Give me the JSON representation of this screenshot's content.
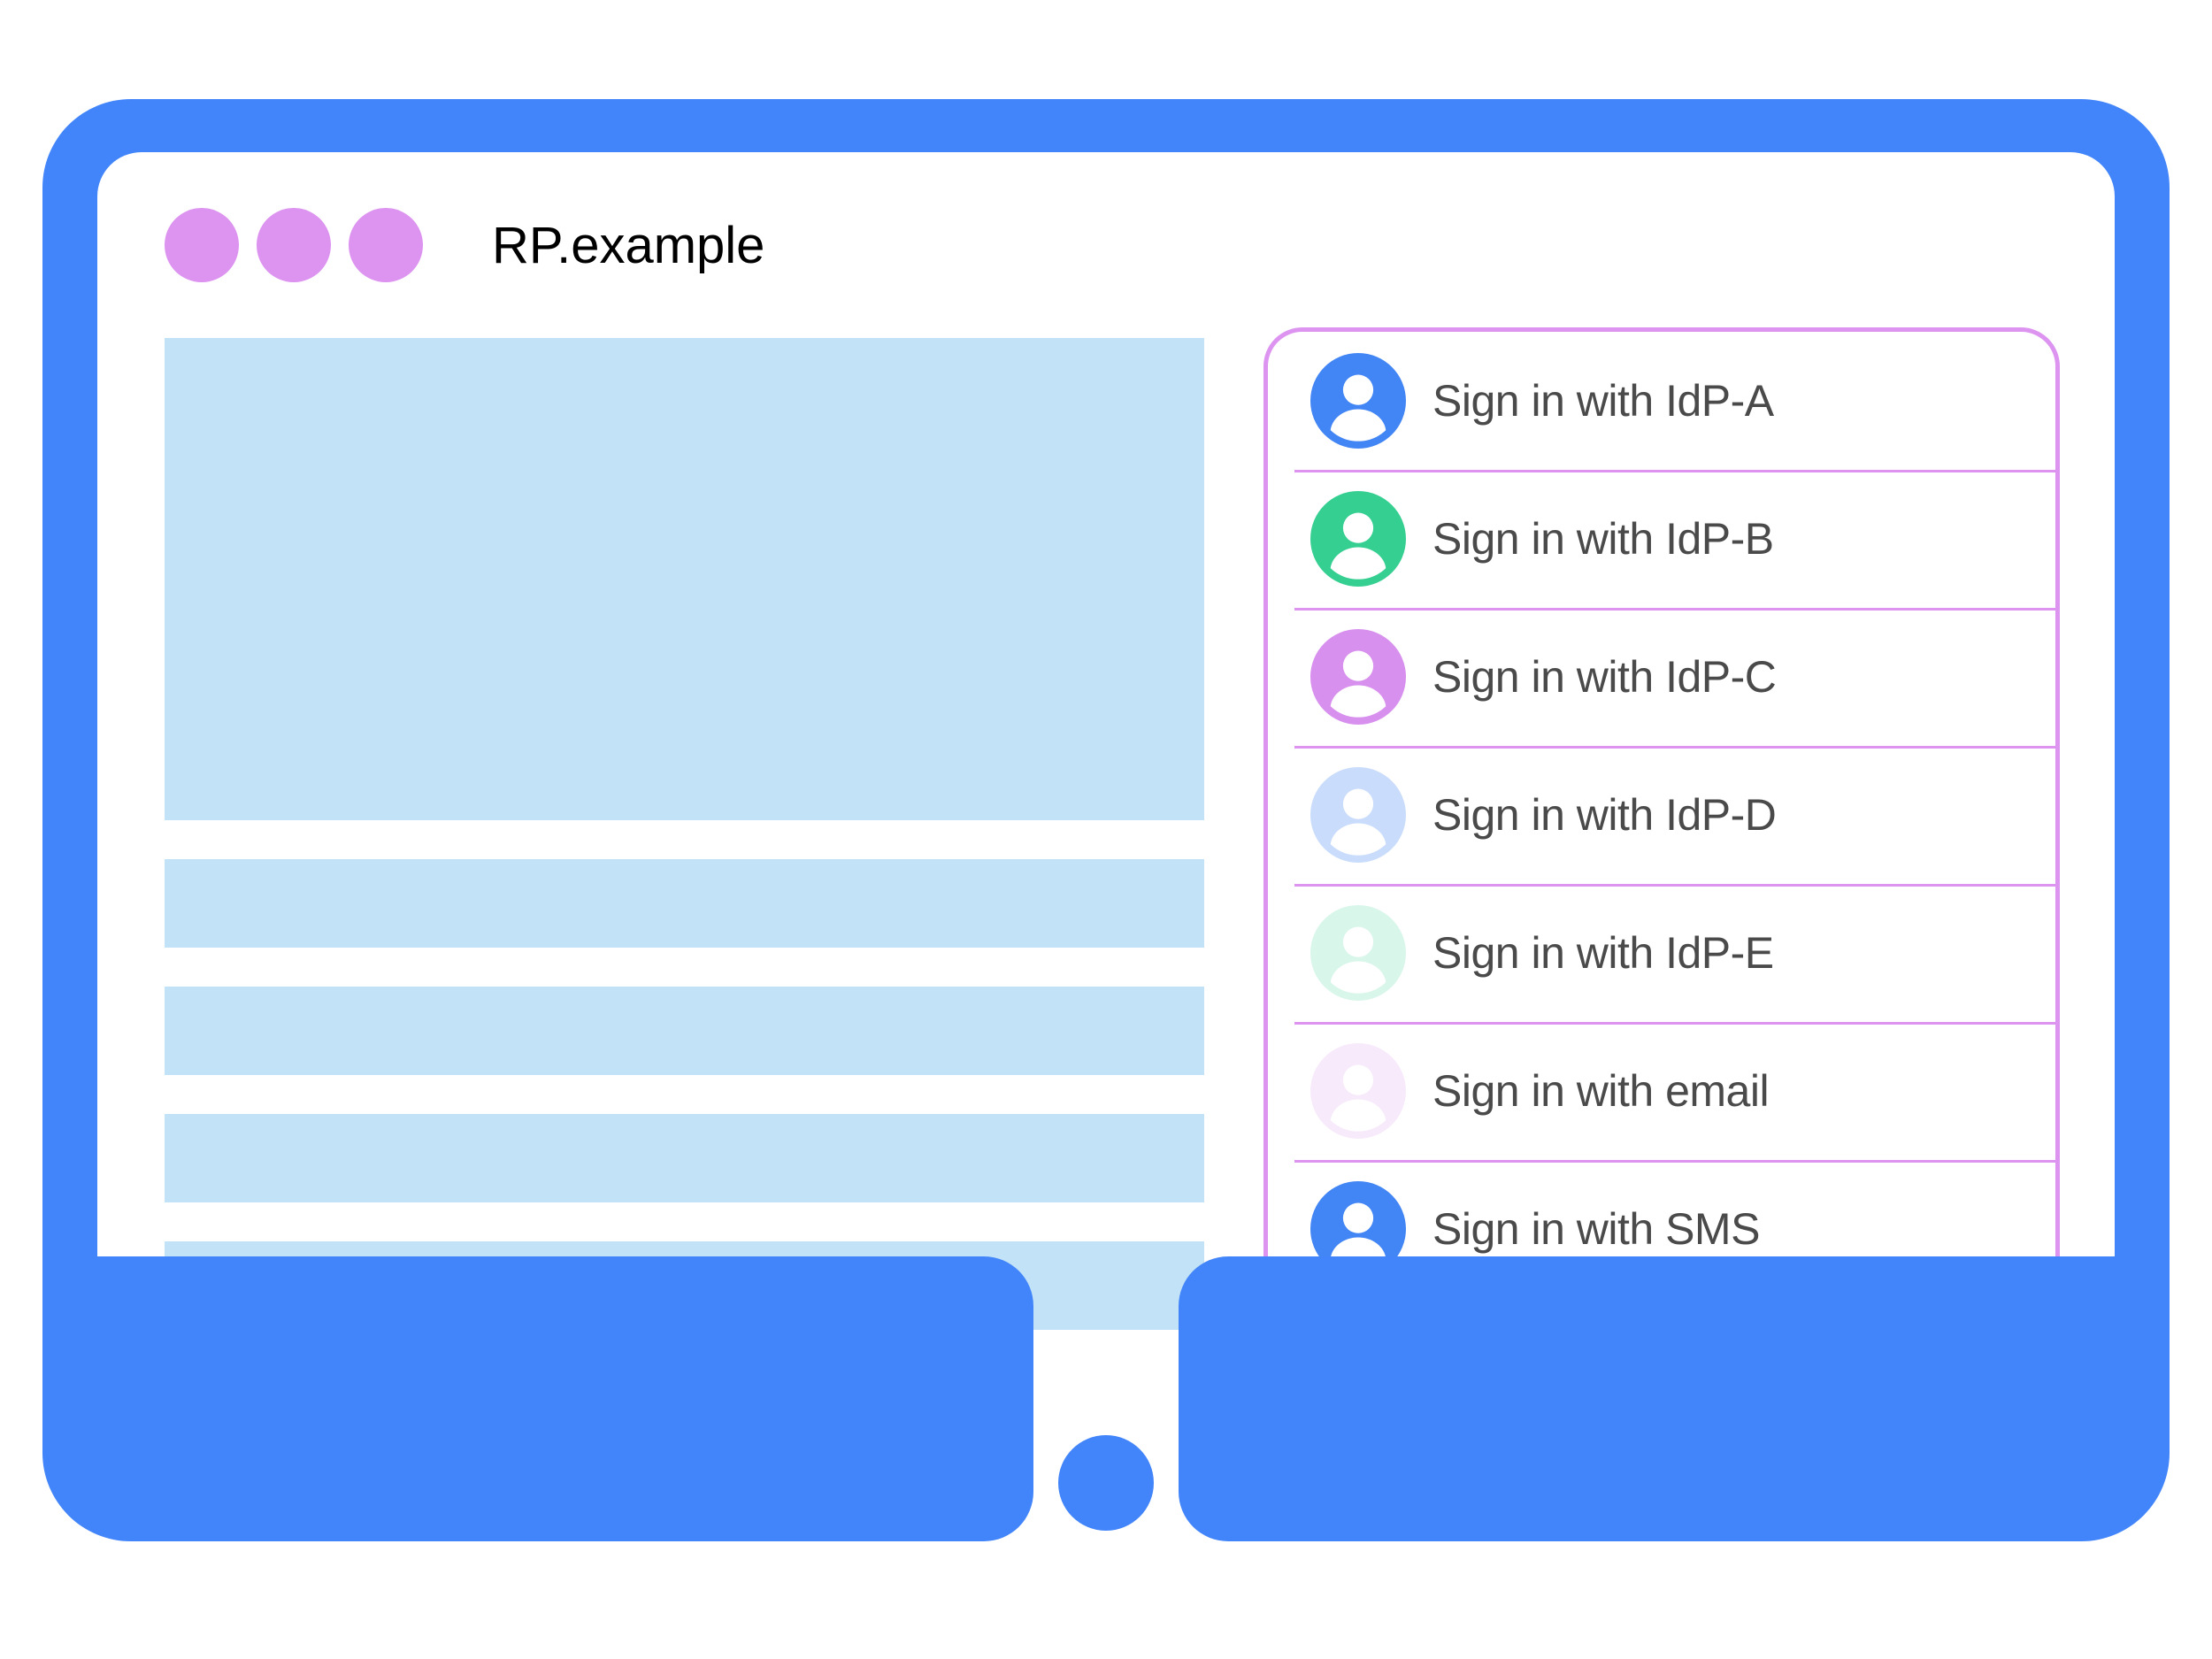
{
  "window": {
    "title": "RP.example",
    "dot_count": 3,
    "frame_color": "#4285fa",
    "dot_color": "#dd93f0",
    "home_button_name": "home-button"
  },
  "content": {
    "placeholder_color": "#c2e3f7",
    "blocks": [
      {
        "kind": "hero"
      },
      {
        "kind": "bar"
      },
      {
        "kind": "bar"
      },
      {
        "kind": "bar"
      },
      {
        "kind": "bar"
      }
    ]
  },
  "signin_panel": {
    "border_color": "#dd93f0",
    "divider_color": "#dd93f0",
    "label_color": "#4a4a4a",
    "options": [
      {
        "label": "Sign in with IdP-A",
        "icon": "account-circle-icon",
        "avatar_color": "#4285f4",
        "avatar_opacity": 1
      },
      {
        "label": "Sign in with IdP-B",
        "icon": "account-circle-icon",
        "avatar_color": "#35cf91",
        "avatar_opacity": 1
      },
      {
        "label": "Sign in with IdP-C",
        "icon": "account-circle-icon",
        "avatar_color": "#d890ee",
        "avatar_opacity": 1
      },
      {
        "label": "Sign in with IdP-D",
        "icon": "account-circle-icon",
        "avatar_color": "#4285f4",
        "avatar_opacity": 0.28
      },
      {
        "label": "Sign in with IdP-E",
        "icon": "account-circle-icon",
        "avatar_color": "#35cf91",
        "avatar_opacity": 0.18
      },
      {
        "label": "Sign in with email",
        "icon": "account-circle-icon",
        "avatar_color": "#d890ee",
        "avatar_opacity": 0.18
      },
      {
        "label": "Sign in with SMS",
        "icon": "account-circle-icon",
        "avatar_color": "#4285f4",
        "avatar_opacity": 1
      }
    ]
  }
}
